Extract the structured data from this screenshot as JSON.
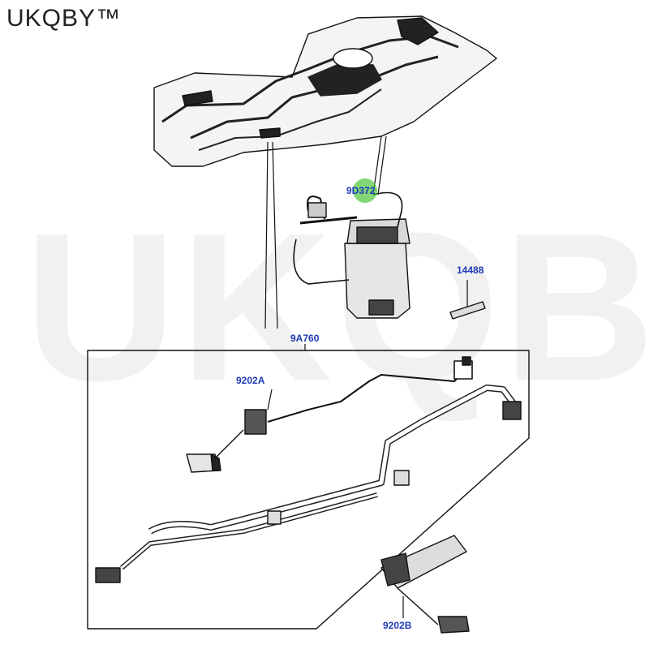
{
  "brand": {
    "text": "UKQBY™"
  },
  "watermark": {
    "text": "UKQBY™"
  },
  "callouts": {
    "pump": "9D372",
    "clip": "14488",
    "harness": "9A760",
    "sender_a": "9202A",
    "sender_b": "9202B"
  },
  "colors": {
    "callout": "#1f3ab8",
    "highlight": "#4cc43a",
    "line": "#111111"
  }
}
